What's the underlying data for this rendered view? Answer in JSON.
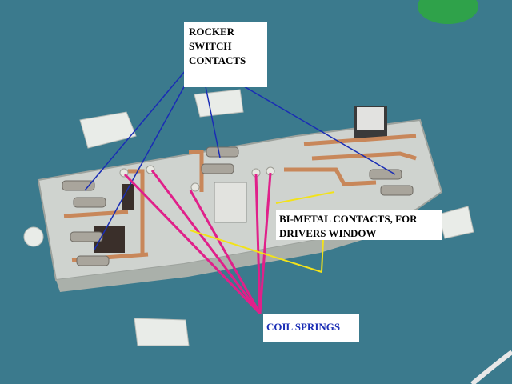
{
  "image": {
    "subject": "",
    "colors": {
      "background": "#3f7f92",
      "panel": "#cfd3cf",
      "copper": "#c8875a",
      "contact": "#a9a59c",
      "blue_line": "#1a2db5",
      "pink_line": "#e0208a",
      "yellow_line": "#f2e21a"
    }
  },
  "labels": {
    "rocker": [
      "ROCKER",
      "SWITCH",
      "CONTACTS"
    ],
    "bimetal": [
      "BI-METAL CONTACTS, FOR",
      "DRIVERS WINDOW"
    ],
    "coil": "COIL SPRINGS"
  }
}
